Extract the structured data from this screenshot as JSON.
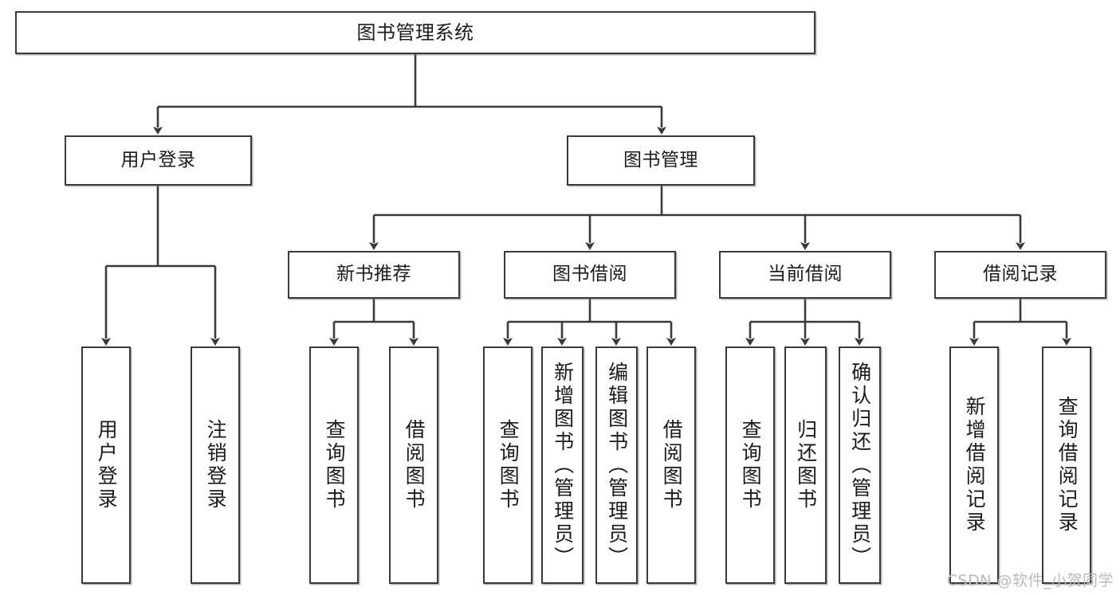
{
  "diagram": {
    "title": "图书管理系统",
    "type": "tree",
    "stroke_color": "#3a3a3a",
    "fill_color": "#ffffff",
    "text_color": "#1b1b1b",
    "nodes": {
      "root": {
        "label": "图书管理系统"
      },
      "level1": [
        {
          "label": "用户登录"
        },
        {
          "label": "图书管理"
        }
      ],
      "level2": [
        {
          "label": "新书推荐"
        },
        {
          "label": "图书借阅"
        },
        {
          "label": "当前借阅"
        },
        {
          "label": "借阅记录"
        }
      ],
      "leaves": {
        "user_login": [
          {
            "label": "用户登录"
          },
          {
            "label": "注销登录"
          }
        ],
        "new_book": [
          {
            "label": "查询图书"
          },
          {
            "label": "借阅图书"
          }
        ],
        "book_borrow": [
          {
            "label": "查询图书"
          },
          {
            "label": "新增图书（管理员）"
          },
          {
            "label": "编辑图书（管理员）"
          },
          {
            "label": "借阅图书"
          }
        ],
        "current_borrow": [
          {
            "label": "查询图书"
          },
          {
            "label": "归还图书"
          },
          {
            "label": "确认归还（管理员）"
          }
        ],
        "borrow_record": [
          {
            "label": "新增借阅记录"
          },
          {
            "label": "查询借阅记录"
          }
        ]
      }
    }
  },
  "watermark": {
    "text": "CSDN @软件_小贺同学"
  }
}
